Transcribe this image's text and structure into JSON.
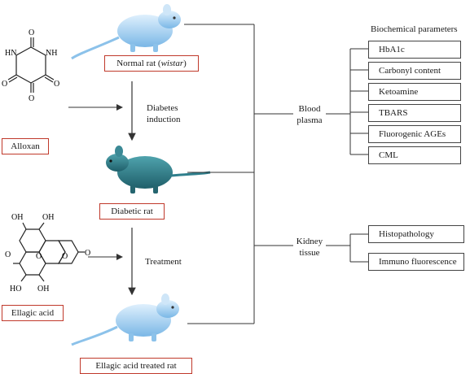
{
  "header": {
    "biochemical_parameters": "Biochemical parameters"
  },
  "labels": {
    "normal_rat_prefix": "Normal rat (",
    "normal_rat_strain": "wistar",
    "normal_rat_suffix": ")",
    "alloxan": "Alloxan",
    "diabetic_rat": "Diabetic rat",
    "ellagic_acid": "Ellagic acid",
    "ellagic_treated_rat": "Ellagic acid treated rat"
  },
  "steps": {
    "induction_line1": "Diabetes",
    "induction_line2": "induction",
    "treatment": "Treatment"
  },
  "samples": {
    "blood_line1": "Blood",
    "blood_line2": "plasma",
    "kidney_line1": "Kidney",
    "kidney_line2": "tissue"
  },
  "biochemical": {
    "items": [
      "HbA1c",
      "Carbonyl content",
      "Ketoamine",
      "TBARS",
      "Fluorogenic AGEs",
      "CML"
    ]
  },
  "kidney": {
    "items": [
      "Histopathology",
      "Immuno fluorescence"
    ]
  },
  "molecules": {
    "alloxan_atoms": {
      "o_top": "O",
      "hn": "HN",
      "nh": "NH",
      "o_left": "O",
      "o_right": "O",
      "o_bottom": "O"
    },
    "ellagic_atoms": {
      "oh1": "OH",
      "oh2": "OH",
      "o1": "O",
      "o2": "O",
      "o3": "O",
      "o4": "O",
      "ho1": "HO",
      "oh3": "OH"
    }
  },
  "colors": {
    "box_border": "#c0392b",
    "normal_rat": "#a9d3f2",
    "diabetic_rat": "#2f7f8c",
    "line": "#333333"
  }
}
